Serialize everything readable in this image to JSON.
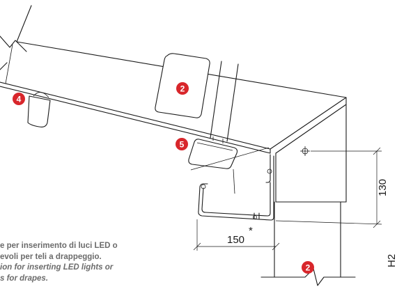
{
  "markers": [
    "2",
    "4",
    "5",
    "2"
  ],
  "dimensions": {
    "vertical": "130",
    "horizontal": "150",
    "height": "H2",
    "asterisk": "*"
  },
  "note": {
    "it_line1": "e per inserimento di luci LED o",
    "it_line2": "evoli per teli a drappeggio.",
    "en_line1": "ion for inserting LED lights or",
    "en_line2": "s for drapes."
  },
  "colors": {
    "marker": "#d8262b",
    "line": "#1a1a1a",
    "note_text": "#6b6b6b"
  }
}
